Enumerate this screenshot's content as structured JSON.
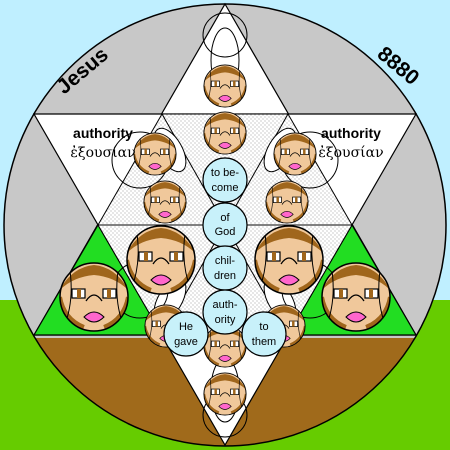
{
  "header": {
    "left_word": "Jesus",
    "right_number": "8880"
  },
  "left_panel": {
    "heading": "authority",
    "greek": "ἐξουσίαν"
  },
  "right_panel": {
    "heading": "authority",
    "greek": "ἐξουσίαν"
  },
  "bubbles": {
    "b1_line1": "to be-",
    "b1_line2": "come",
    "b2_line1": "of",
    "b2_line2": "God",
    "b3_line1": "chil-",
    "b3_line2": "dren",
    "b4_line1": "auth-",
    "b4_line2": "ority",
    "b5_line1": "He",
    "b5_line2": "gave",
    "b6_line1": "to",
    "b6_line2": "them"
  },
  "colors": {
    "sky": "#bfefff",
    "grass": "#66cc00",
    "earth": "#a06a1b",
    "disc": "#c8c8c8",
    "green_triangle": "#22dd22",
    "bubble_fill": "#c8f1fa",
    "skin": "#f0c89b",
    "hair": "#a0661c",
    "lips": "#ff66cc"
  }
}
